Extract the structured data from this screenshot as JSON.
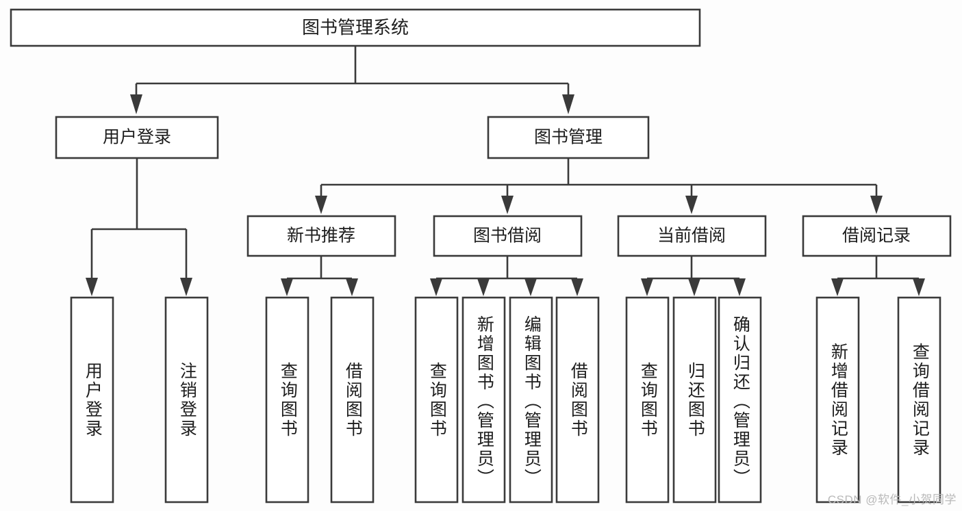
{
  "diagram": {
    "title": "图书管理系统",
    "type": "functional-decomposition-tree",
    "theme": {
      "background": "#fdfdfd",
      "box_fill": "#ffffff",
      "line_color": "#3a3a3a",
      "text_color": "#1d1d1d",
      "watermark_color": "#b9b9b9"
    },
    "root": {
      "label": "图书管理系统"
    },
    "level2": [
      {
        "id": "user-login",
        "label": "用户登录"
      },
      {
        "id": "book-management",
        "label": "图书管理"
      }
    ],
    "level3": [
      {
        "id": "new-book-recommend",
        "label": "新书推荐",
        "parent": "book-management"
      },
      {
        "id": "book-borrow",
        "label": "图书借阅",
        "parent": "book-management"
      },
      {
        "id": "current-borrow",
        "label": "当前借阅",
        "parent": "book-management"
      },
      {
        "id": "borrow-record",
        "label": "借阅记录",
        "parent": "book-management"
      }
    ],
    "leaves": {
      "user-login": [
        {
          "id": "leaf-user-login",
          "label": "用户登录"
        },
        {
          "id": "leaf-user-logout",
          "label": "注销登录"
        }
      ],
      "new-book-recommend": [
        {
          "id": "leaf-query-book-1",
          "label": "查询图书"
        },
        {
          "id": "leaf-borrow-book-1",
          "label": "借阅图书"
        }
      ],
      "book-borrow": [
        {
          "id": "leaf-query-book-2",
          "label": "查询图书"
        },
        {
          "id": "leaf-add-book",
          "label": "新增图书（管理员）"
        },
        {
          "id": "leaf-edit-book",
          "label": "编辑图书（管理员）"
        },
        {
          "id": "leaf-borrow-book-2",
          "label": "借阅图书"
        }
      ],
      "current-borrow": [
        {
          "id": "leaf-query-book-3",
          "label": "查询图书"
        },
        {
          "id": "leaf-return-book",
          "label": "归还图书"
        },
        {
          "id": "leaf-confirm-return",
          "label": "确认归还（管理员）"
        }
      ],
      "borrow-record": [
        {
          "id": "leaf-add-record",
          "label": "新增借阅记录"
        },
        {
          "id": "leaf-query-record",
          "label": "查询借阅记录"
        }
      ]
    }
  },
  "watermark": {
    "text": "CSDN @软件_小贺同学"
  }
}
